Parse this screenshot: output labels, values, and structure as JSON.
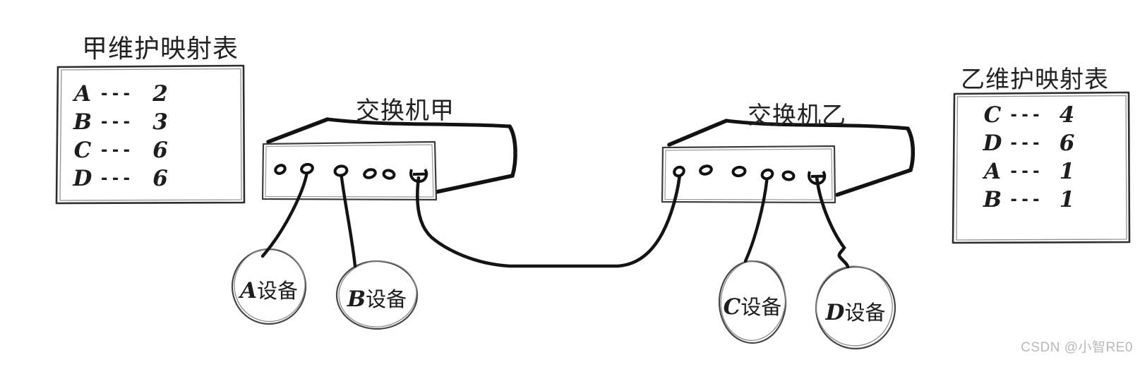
{
  "page": {
    "watermark": "CSDN @小智RE0",
    "colors": {
      "background": "#ffffff",
      "ink": "#141414",
      "sketch_gray": "#555555",
      "watermark_gray": "#b5b8bc"
    }
  },
  "tables": {
    "separator": "---",
    "jia": {
      "title": "甲维护映射表",
      "rows": [
        {
          "device": "A",
          "port": "2"
        },
        {
          "device": "B",
          "port": "3"
        },
        {
          "device": "C",
          "port": "6"
        },
        {
          "device": "D",
          "port": "6"
        }
      ]
    },
    "yi": {
      "title": "乙维护映射表",
      "rows": [
        {
          "device": "C",
          "port": "4"
        },
        {
          "device": "D",
          "port": "6"
        },
        {
          "device": "A",
          "port": "1"
        },
        {
          "device": "B",
          "port": "1"
        }
      ]
    }
  },
  "switches": {
    "jia": {
      "label": "交换机甲",
      "port_count": 6
    },
    "yi": {
      "label": "交换机乙",
      "port_count": 6
    }
  },
  "devices": [
    {
      "letter": "A",
      "suffix": "设备",
      "label": "A设备"
    },
    {
      "letter": "B",
      "suffix": "设备",
      "label": "B设备"
    },
    {
      "letter": "C",
      "suffix": "设备",
      "label": "C设备"
    },
    {
      "letter": "D",
      "suffix": "设备",
      "label": "D设备"
    }
  ],
  "connections": [
    {
      "from": "交换机甲 port 2",
      "to": "A设备"
    },
    {
      "from": "交换机甲 port 3",
      "to": "B设备"
    },
    {
      "from": "交换机甲 port 6",
      "to": "交换机乙 port 1"
    },
    {
      "from": "交换机乙 port 4",
      "to": "C设备"
    },
    {
      "from": "交换机乙 port 6",
      "to": "D设备"
    }
  ]
}
